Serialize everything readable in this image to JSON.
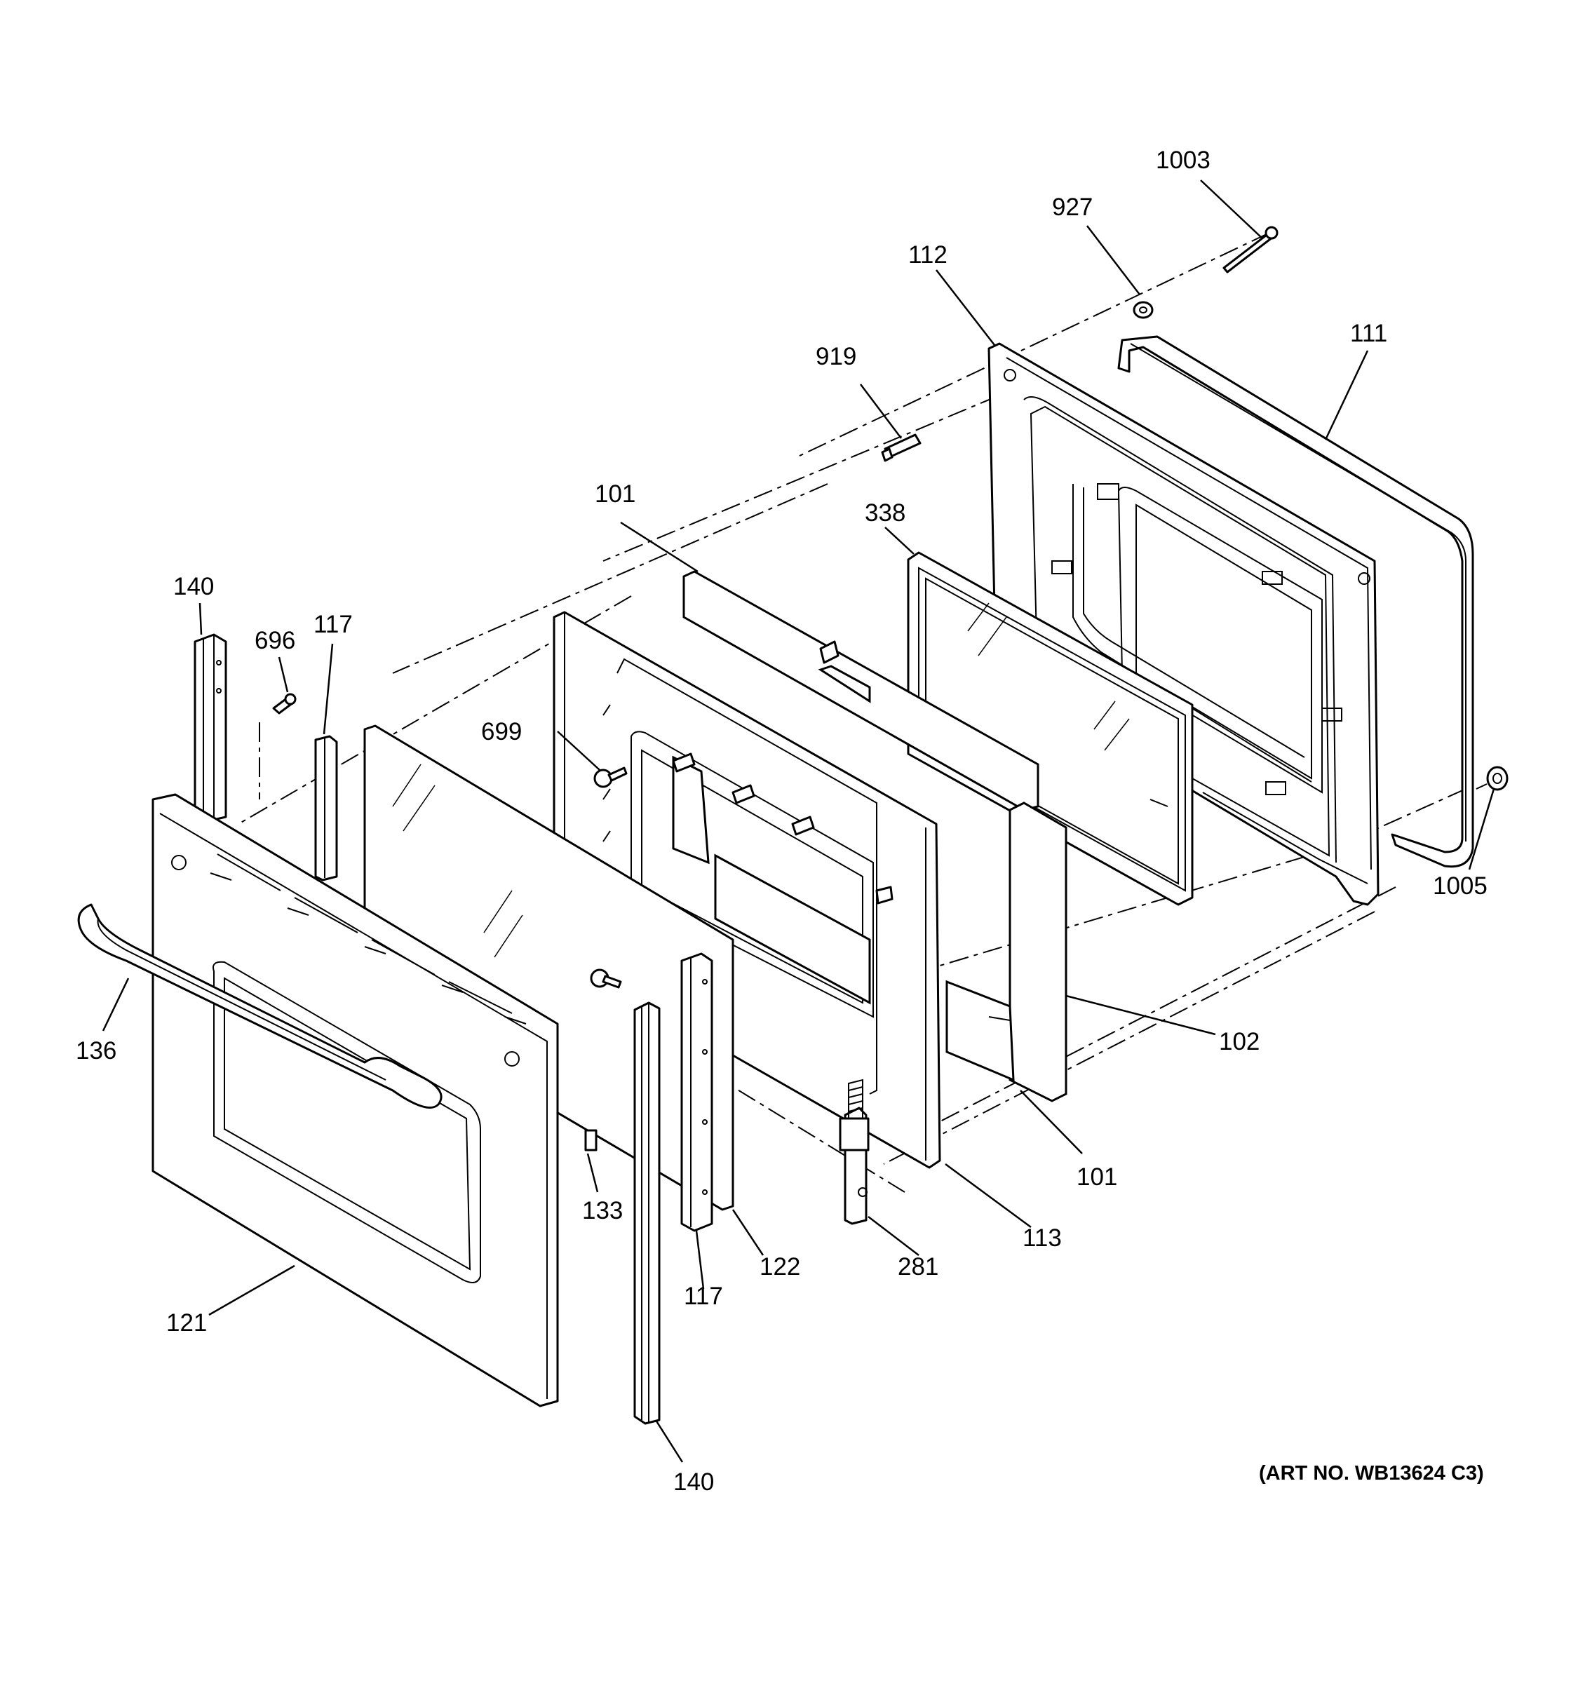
{
  "callouts": [
    {
      "id": "c1003",
      "label": "1003"
    },
    {
      "id": "c927",
      "label": "927"
    },
    {
      "id": "c112",
      "label": "112"
    },
    {
      "id": "c111",
      "label": "111"
    },
    {
      "id": "c919",
      "label": "919"
    },
    {
      "id": "c101a",
      "label": "101"
    },
    {
      "id": "c338",
      "label": "338"
    },
    {
      "id": "c140a",
      "label": "140"
    },
    {
      "id": "c696",
      "label": "696"
    },
    {
      "id": "c117a",
      "label": "117"
    },
    {
      "id": "c699",
      "label": "699"
    },
    {
      "id": "c1005",
      "label": "1005"
    },
    {
      "id": "c136",
      "label": "136"
    },
    {
      "id": "c102",
      "label": "102"
    },
    {
      "id": "c101b",
      "label": "101"
    },
    {
      "id": "c133",
      "label": "133"
    },
    {
      "id": "c113",
      "label": "113"
    },
    {
      "id": "c122",
      "label": "122"
    },
    {
      "id": "c281",
      "label": "281"
    },
    {
      "id": "c117b",
      "label": "117"
    },
    {
      "id": "c121",
      "label": "121"
    },
    {
      "id": "c140b",
      "label": "140"
    }
  ],
  "art_number": "(ART NO. WB13624 C3)"
}
